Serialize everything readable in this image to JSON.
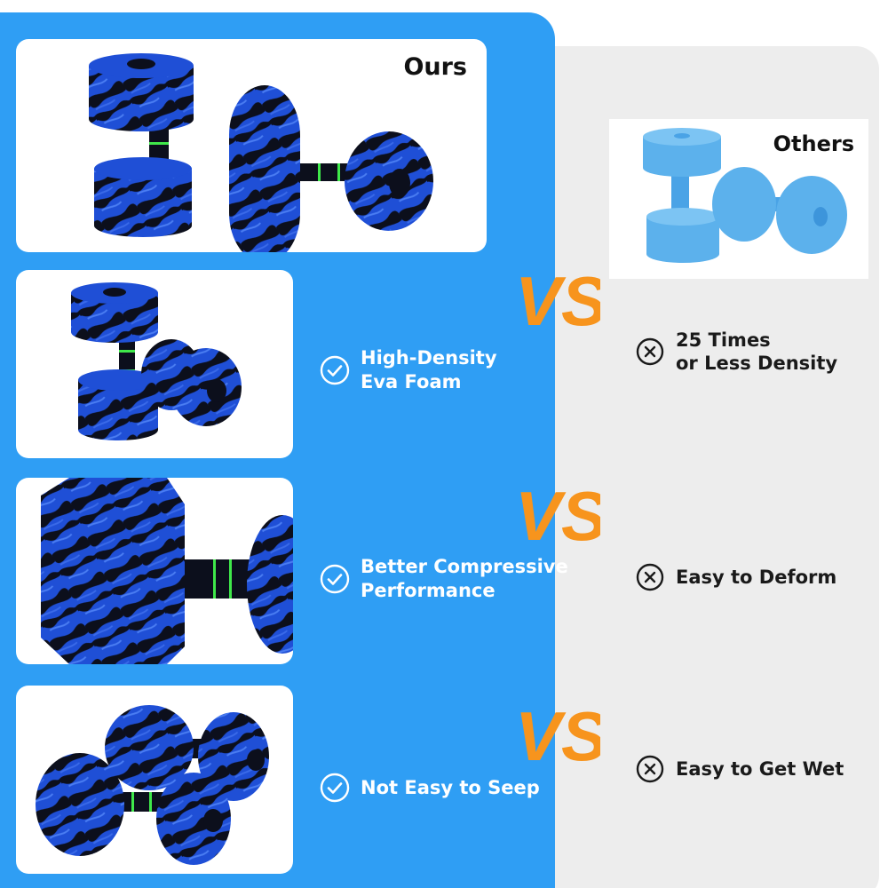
{
  "ours_label": "Ours",
  "others_label": "Others",
  "vs_text": "VS",
  "features": [
    {
      "ours_lines": [
        "High-Density",
        "Eva Foam"
      ],
      "others_lines": [
        "25 Times",
        "or Less Density"
      ]
    },
    {
      "ours_lines": [
        "Better Compressive",
        "Performance"
      ],
      "others_lines": [
        "Easy to Deform"
      ]
    },
    {
      "ours_lines": [
        "Not Easy to Seep"
      ],
      "others_lines": [
        "Easy to Get Wet"
      ]
    }
  ],
  "colors": {
    "ours_panel": "#2f9ef4",
    "others_panel": "#ededed",
    "vs_orange": "#f7941d",
    "foam_blue": "#1f4fd6",
    "foam_black": "#0c0f1c",
    "grip_green": "#3fe84a",
    "others_foam": "#5cb1ec"
  },
  "icons": {
    "ours_check": "check-circle-icon",
    "others_cross": "x-circle-icon"
  }
}
